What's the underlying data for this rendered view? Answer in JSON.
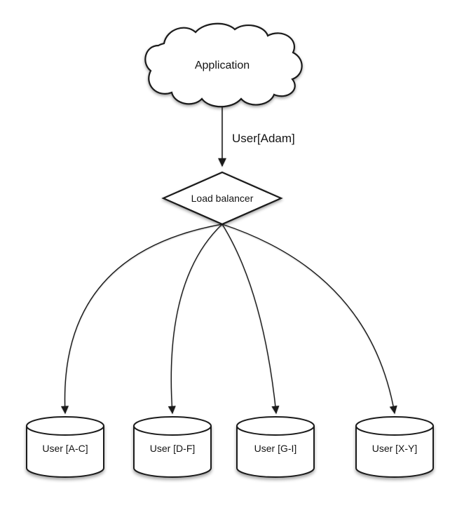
{
  "nodes": {
    "application": {
      "label": "Application"
    },
    "load_balancer": {
      "label": "Load balancer"
    },
    "shards": [
      {
        "label": "User [A-C]"
      },
      {
        "label": "User [D-F]"
      },
      {
        "label": "User [G-I]"
      },
      {
        "label": "User [X-Y]"
      }
    ]
  },
  "edges": {
    "request": {
      "label": "User[Adam]"
    }
  },
  "colors": {
    "background": "#ffffff",
    "shape_fill": "#ffffff",
    "stroke": "#1b1b1b",
    "text": "#141414"
  }
}
